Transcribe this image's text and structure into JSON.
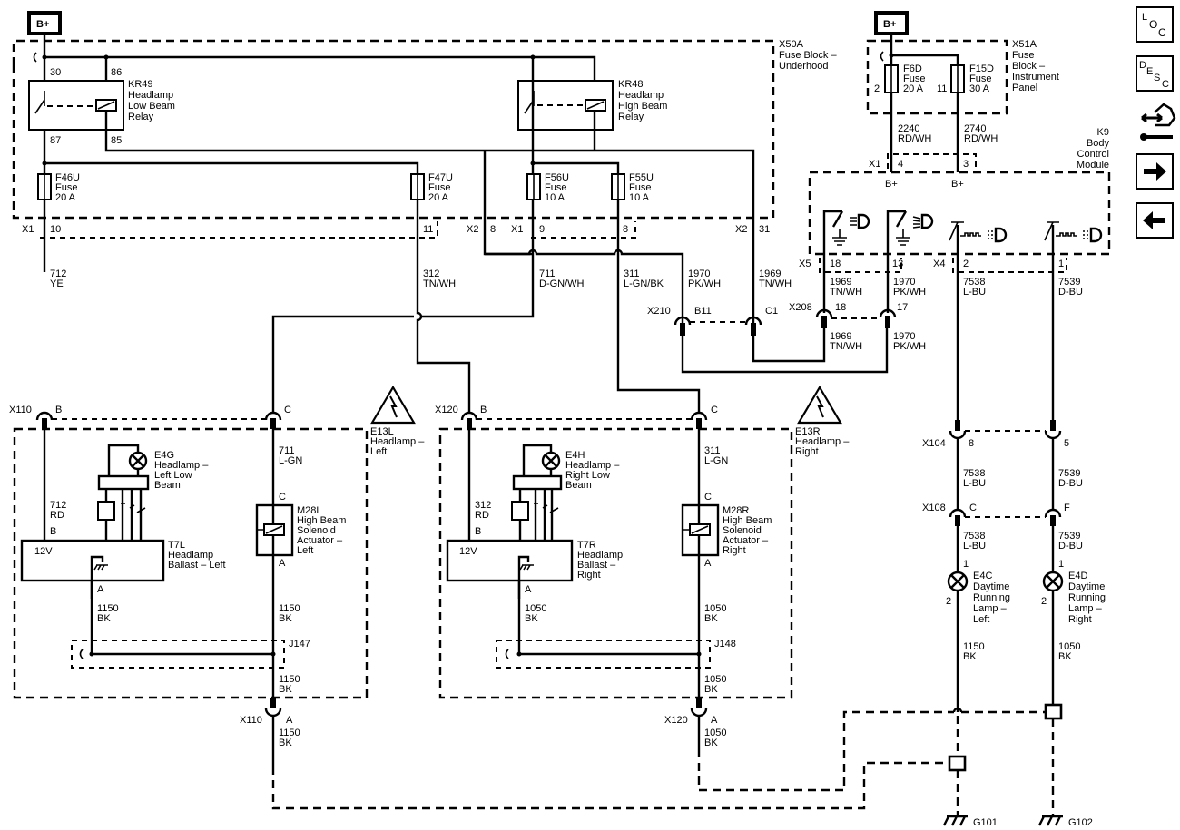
{
  "diagram": {
    "title": "Headlamp and Daytime Running Lamp Schematic",
    "power": {
      "b_plus": "B+"
    },
    "fuse_block_underhood": {
      "id": "X50A",
      "line1": "Fuse Block –",
      "line2": "Underhood"
    },
    "fuse_block_ip": {
      "id": "X51A",
      "line1": "Fuse",
      "line2": "Block –",
      "line3": "Instrument",
      "line4": "Panel"
    },
    "relay_low": {
      "id": "KR49",
      "line1": "Headlamp",
      "line2": "Low Beam",
      "line3": "Relay",
      "pins": {
        "p30": "30",
        "p86": "86",
        "p87": "87",
        "p85": "85"
      }
    },
    "relay_high": {
      "id": "KR48",
      "line1": "Headlamp",
      "line2": "High Beam",
      "line3": "Relay"
    },
    "fuses": [
      {
        "id": "F46U",
        "type": "Fuse",
        "rating": "20 A"
      },
      {
        "id": "F47U",
        "type": "Fuse",
        "rating": "20 A"
      },
      {
        "id": "F56U",
        "type": "Fuse",
        "rating": "10 A"
      },
      {
        "id": "F55U",
        "type": "Fuse",
        "rating": "10 A"
      },
      {
        "id": "F6D",
        "type": "Fuse",
        "rating": "20 A",
        "pin": "2"
      },
      {
        "id": "F15D",
        "type": "Fuse",
        "rating": "30 A",
        "pin": "11"
      }
    ],
    "connectors": {
      "x1_10": {
        "conn": "X1",
        "pin": "10"
      },
      "x1_11": {
        "pin": "11"
      },
      "x2_8": {
        "conn": "X2",
        "pin": "8"
      },
      "x1_9": {
        "conn": "X1",
        "pin": "9"
      },
      "x1_8": {
        "pin": "8"
      },
      "x2_31": {
        "conn": "X2",
        "pin": "31"
      },
      "bcm_x1_4": {
        "conn": "X1",
        "pin": "4"
      },
      "bcm_x1_3": {
        "pin": "3"
      },
      "bcm_bplus_1": "B+",
      "bcm_bplus_2": "B+",
      "x5_18": {
        "conn": "X5",
        "pin": "18"
      },
      "x5_13": {
        "pin": "13"
      },
      "x4_2": {
        "conn": "X4",
        "pin": "2"
      },
      "x4_1": {
        "pin": "1"
      },
      "x210": {
        "conn": "X210",
        "pin_b": "B11",
        "pin_c": "C1"
      },
      "x208": {
        "conn": "X208",
        "pin_a": "18",
        "pin_b": "17"
      },
      "x110_top": {
        "conn": "X110",
        "pin_b": "B",
        "pin_c": "C"
      },
      "x120_top": {
        "conn": "X120",
        "pin_b": "B",
        "pin_c": "C"
      },
      "x110_bot": {
        "conn": "X110",
        "pin": "A"
      },
      "x120_bot": {
        "conn": "X120",
        "pin": "A"
      },
      "x104": {
        "conn": "X104",
        "pin_a": "8",
        "pin_b": "5"
      },
      "x108": {
        "conn": "X108",
        "pin_a": "C",
        "pin_b": "F"
      }
    },
    "wires": {
      "w712ye": {
        "num": "712",
        "color": "YE"
      },
      "w312tnwh": {
        "num": "312",
        "color": "TN/WH"
      },
      "w711dgnwh": {
        "num": "711",
        "color": "D-GN/WH"
      },
      "w311lgnbk": {
        "num": "311",
        "color": "L-GN/BK"
      },
      "w1970pkwh_a": {
        "num": "1970",
        "color": "PK/WH"
      },
      "w1969tnwh_a": {
        "num": "1969",
        "color": "TN/WH"
      },
      "w2240": {
        "num": "2240",
        "color": "RD/WH"
      },
      "w2740": {
        "num": "2740",
        "color": "RD/WH"
      },
      "w1969tnwh_b": {
        "num": "1969",
        "color": "TN/WH"
      },
      "w1970pkwh_b": {
        "num": "1970",
        "color": "PK/WH"
      },
      "w1969tnwh_c": {
        "num": "1969",
        "color": "TN/WH"
      },
      "w1970pkwh_c": {
        "num": "1970",
        "color": "PK/WH"
      },
      "w7538_a": {
        "num": "7538",
        "color": "L-BU"
      },
      "w7539_a": {
        "num": "7539",
        "color": "D-BU"
      },
      "w7538_b": {
        "num": "7538",
        "color": "L-BU"
      },
      "w7539_b": {
        "num": "7539",
        "color": "D-BU"
      },
      "w7538_c": {
        "num": "7538",
        "color": "L-BU"
      },
      "w7539_c": {
        "num": "7539",
        "color": "D-BU"
      },
      "w712rd": {
        "num": "712",
        "color": "RD"
      },
      "w711lgn": {
        "num": "711",
        "color": "L-GN"
      },
      "w1150_l1": {
        "num": "1150",
        "color": "BK"
      },
      "w1150_l2": {
        "num": "1150",
        "color": "BK"
      },
      "w1150_l3": {
        "num": "1150",
        "color": "BK"
      },
      "w1150_l4": {
        "num": "1150",
        "color": "BK"
      },
      "w312rd": {
        "num": "312",
        "color": "RD"
      },
      "w311lgn": {
        "num": "311",
        "color": "L-GN"
      },
      "w1050_r1": {
        "num": "1050",
        "color": "BK"
      },
      "w1050_r2": {
        "num": "1050",
        "color": "BK"
      },
      "w1050_r3": {
        "num": "1050",
        "color": "BK"
      },
      "w1050_r4": {
        "num": "1050",
        "color": "BK"
      },
      "w1150_drl": {
        "num": "1150",
        "color": "BK"
      },
      "w1050_drl": {
        "num": "1050",
        "color": "BK"
      }
    },
    "bcm": {
      "id": "K9",
      "line1": "Body",
      "line2": "Control",
      "line3": "Module"
    },
    "headlamp_left_assy": {
      "id": "E13L",
      "line1": "Headlamp –",
      "line2": "Left"
    },
    "headlamp_right_assy": {
      "id": "E13R",
      "line1": "Headlamp –",
      "line2": "Right"
    },
    "lamp_left_low": {
      "id": "E4G",
      "line1": "Headlamp –",
      "line2": "Left Low",
      "line3": "Beam"
    },
    "lamp_right_low": {
      "id": "E4H",
      "line1": "Headlamp –",
      "line2": "Right Low",
      "line3": "Beam"
    },
    "ballast_left": {
      "id": "T7L",
      "line1": "Headlamp",
      "line2": "Ballast – Left",
      "v": "12V",
      "pin_b": "B",
      "pin_a": "A"
    },
    "ballast_right": {
      "id": "T7R",
      "line1": "Headlamp",
      "line2": "Ballast –",
      "line3": "Right",
      "v": "12V",
      "pin_b": "B",
      "pin_a": "A"
    },
    "solenoid_left": {
      "id": "M28L",
      "line1": "High Beam",
      "line2": "Solenoid",
      "line3": "Actuator –",
      "line4": "Left",
      "pin_c": "C",
      "pin_a": "A"
    },
    "solenoid_right": {
      "id": "M28R",
      "line1": "High Beam",
      "line2": "Solenoid",
      "line3": "Actuator –",
      "line4": "Right",
      "pin_c": "C",
      "pin_a": "A"
    },
    "splice_left": {
      "id": "J147"
    },
    "splice_right": {
      "id": "J148"
    },
    "drl_left": {
      "id": "E4C",
      "line1": "Daytime",
      "line2": "Running",
      "line3": "Lamp –",
      "line4": "Left",
      "pin1": "1",
      "pin2": "2"
    },
    "drl_right": {
      "id": "E4D",
      "line1": "Daytime",
      "line2": "Running",
      "line3": "Lamp –",
      "line4": "Right",
      "pin1": "1",
      "pin2": "2"
    },
    "grounds": {
      "g101": "G101",
      "g102": "G102"
    }
  },
  "nav": {
    "loc": {
      "l": "L",
      "o": "O",
      "c": "C"
    },
    "desc": {
      "d": "D",
      "e": "E",
      "s": "S",
      "c": "C"
    },
    "connector_icon": "connector-end-view-icon",
    "next_icon": "arrow-right-icon",
    "prev_icon": "arrow-left-icon"
  }
}
